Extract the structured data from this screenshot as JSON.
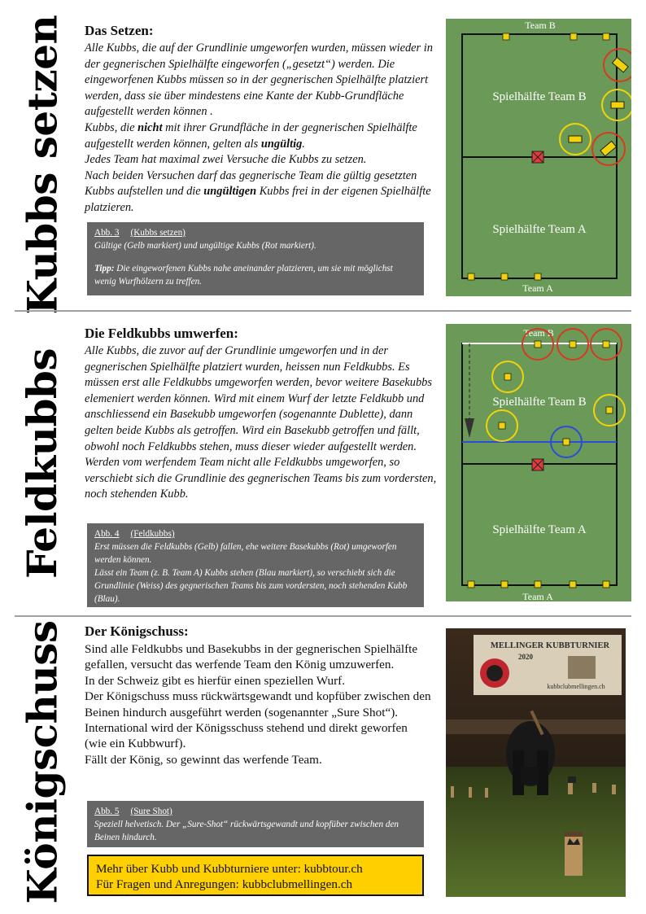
{
  "section1": {
    "side_title": "Kubbs setzen",
    "heading": "Das Setzen:",
    "paragraph1": "Alle Kubbs, die auf der Grundlinie umgeworfen wurden, müssen wieder in der gegnerischen Spielhälfte eingeworfen („gesetzt“) werden. Die eingeworfenen Kubbs müssen so in der gegnerischen Spielhälfte platziert werden, dass sie über mindestens eine Kante der Kubb-Grundfläche aufgestellt werden können .",
    "paragraph2_a": "Kubbs, die ",
    "paragraph2_bold": "nicht",
    "paragraph2_b": " mit ihrer Grundfläche in der gegnerischen Spielhälfte aufgestellt werden können, gelten als ",
    "paragraph2_bold2": "ungültig",
    "paragraph2_c": ".",
    "paragraph3": "Jedes Team hat maximal zwei Versuche die Kubbs zu setzen.",
    "paragraph4_a": "Nach beiden Versuchen darf das gegnerische Team die gültig gesetzten Kubbs aufstellen und die ",
    "paragraph4_bold": "ungültigen",
    "paragraph4_b": " Kubbs frei in der eigenen Spielhälfte platzieren.",
    "caption": {
      "label": "Abb. 3",
      "title": "(Kubbs setzen)",
      "line1": "Gültige (Gelb markiert) und ungültige Kubbs (Rot markiert).",
      "tip_label": "Tipp:",
      "tip_text": " Die eingeworfenen Kubbs nahe aneinander platzieren, um sie mit möglichst wenig Wurfhölzern zu treffen."
    },
    "diagram": {
      "team_top": "Team B",
      "team_bottom": "Team A",
      "half_top": "Spielhälfte Team B",
      "half_bottom": "Spielhälfte Team A"
    }
  },
  "section2": {
    "side_title": "Feldkubbs",
    "heading": "Die Feldkubbs umwerfen:",
    "paragraph": "Alle Kubbs, die zuvor auf der Grundlinie umgeworfen und in der gegnerischen Spielhälfte platziert wurden, heissen nun Feldkubbs. Es müssen erst alle Feldkubbs umgeworfen werden, bevor weitere Basekubbs elemeniert werden können. Wird mit einem Wurf der letzte Feldkubb und anschliessend ein Basekubb umgeworfen (sogenannte Dublette), dann gelten beide Kubbs als getroffen. Wird ein Basekubb getroffen und fällt, obwohl noch Feldkubbs stehen, muss dieser wieder aufgestellt werden. Werden vom werfendem Team nicht alle Feldkubbs umgeworfen, so verschiebt sich die Grundlinie des gegnerischen Teams bis zum vordersten, noch stehenden Kubb.",
    "caption": {
      "label": "Abb. 4",
      "title": "(Feldkubbs)",
      "line1": "Erst müssen die Feldkubbs (Gelb) fallen, ehe weitere Basekubbs (Rot) umgeworfen werden können.",
      "line2": "Lässt ein Team (z. B. Team A) Kubbs stehen (Blau markiert), so verschiebt sich die Grundlinie (Weiss) des gegnerischen Teams bis zum vordersten, noch stehenden Kubb (Blau)."
    },
    "diagram": {
      "team_top": "Team B",
      "team_bottom": "Team A",
      "half_top": "Spielhälfte Team B",
      "half_bottom": "Spielhälfte Team A"
    }
  },
  "section3": {
    "side_title": "Königschuss",
    "heading": "Der Königschuss:",
    "lines": [
      "Sind alle Feldkubbs und Basekubbs in der gegnerischen Spielhälfte gefallen, versucht das werfende Team den König umzuwerfen.",
      "In der Schweiz gibt es hierfür einen speziellen Wurf.",
      "Der Königschuss muss rückwärtsgewandt und kopfüber zwischen den Beinen hindurch ausgeführt werden (sogenannter „Sure Shot“).",
      "International wird der Königsschuss stehend und direkt geworfen (wie ein Kubbwurf).",
      "Fällt der König, so gewinnt das werfende Team."
    ],
    "caption": {
      "label": "Abb. 5",
      "title": "(Sure Shot)",
      "line1": "Speziell helvetisch. Der „Sure-Shot“ rückwärtsgewandt und kopfüber zwischen den Beinen hindurch."
    },
    "info_line1": "Mehr über Kubb und Kubbturniere unter: kubbtour.ch",
    "info_line2": "Für Fragen und Anregungen: kubbclubmellingen.ch",
    "photo": {
      "banner_title": "MELLINGER KUBBTURNIER",
      "banner_year": "2020",
      "banner_url": "kubbclubmellingen.ch"
    }
  },
  "colors": {
    "field_green": "#6b9a58",
    "caption_grey": "#666666",
    "valid_yellow": "#f2d20a",
    "invalid_red": "#d63a20",
    "shifted_blue": "#2a4fd6",
    "info_yellow": "#ffd000"
  }
}
